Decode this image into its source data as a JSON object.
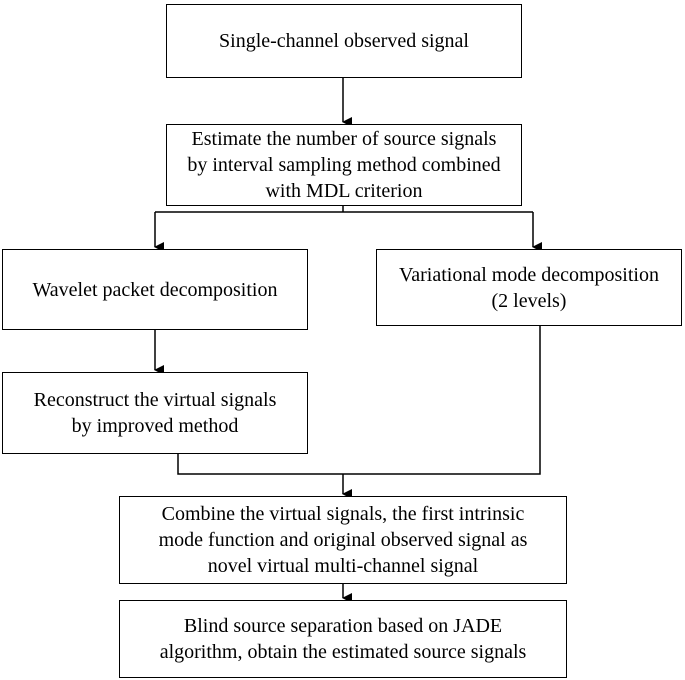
{
  "flowchart": {
    "nodes": {
      "observed": {
        "lines": [
          "Single-channel observed signal"
        ]
      },
      "estimate": {
        "lines": [
          "Estimate the number of source signals",
          "by interval sampling method combined",
          "with MDL criterion"
        ]
      },
      "wavelet": {
        "lines": [
          "Wavelet packet decomposition"
        ]
      },
      "vmd": {
        "lines": [
          "Variational mode decomposition",
          "(2 levels)"
        ]
      },
      "reconstruct": {
        "lines": [
          "Reconstruct the virtual signals",
          "by improved method"
        ]
      },
      "combine": {
        "lines": [
          "Combine the virtual signals, the first intrinsic",
          "mode function and original observed signal as",
          "novel virtual multi-channel signal"
        ]
      },
      "bss": {
        "lines": [
          "Blind source separation based on JADE",
          "algorithm, obtain the estimated source signals"
        ]
      }
    },
    "edges": [
      {
        "from": "observed",
        "to": "estimate"
      },
      {
        "from": "estimate",
        "to": "wavelet"
      },
      {
        "from": "estimate",
        "to": "vmd"
      },
      {
        "from": "wavelet",
        "to": "reconstruct"
      },
      {
        "from": "reconstruct",
        "to": "combine"
      },
      {
        "from": "vmd",
        "to": "combine"
      },
      {
        "from": "combine",
        "to": "bss"
      }
    ]
  }
}
